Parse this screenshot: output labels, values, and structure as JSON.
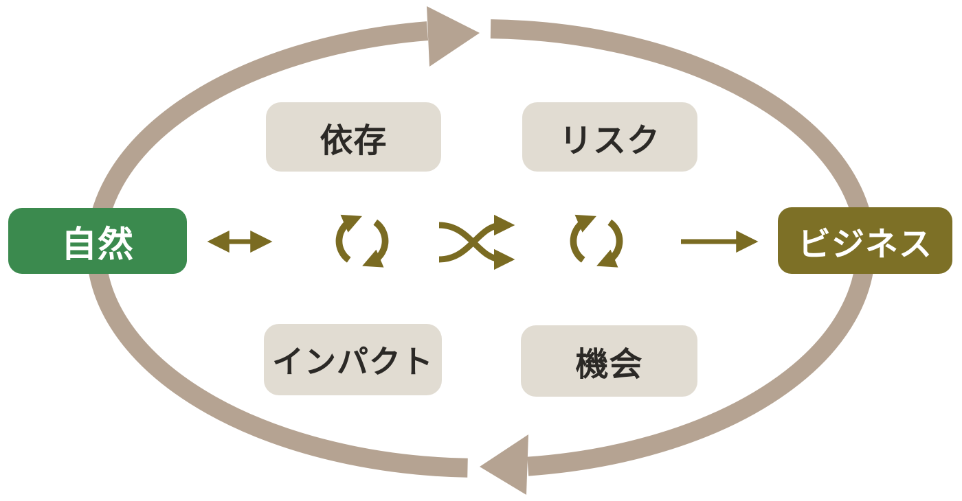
{
  "nodes": {
    "nature": "自然",
    "business": "ビジネス",
    "dependency": "依存",
    "risk": "リスク",
    "impact": "インパクト",
    "opportunity": "機会"
  },
  "icons": {
    "ellipse_top_arrow": "clockwise-cycle-top-arrow",
    "ellipse_bottom_arrow": "clockwise-cycle-bottom-arrow",
    "double_arrow": "left-right-arrow",
    "cycle_left": "cycle-arrows",
    "shuffle": "crossing-arrows",
    "cycle_right": "cycle-arrows",
    "right_arrow": "right-arrow"
  },
  "colors": {
    "green": "#3b8a4e",
    "olive": "#7d7026",
    "icon_olive": "#7a6b22",
    "taupe": "#b5a392",
    "beige": "#e1dcd2",
    "ink": "#2b2926",
    "background": "#ffffff"
  }
}
